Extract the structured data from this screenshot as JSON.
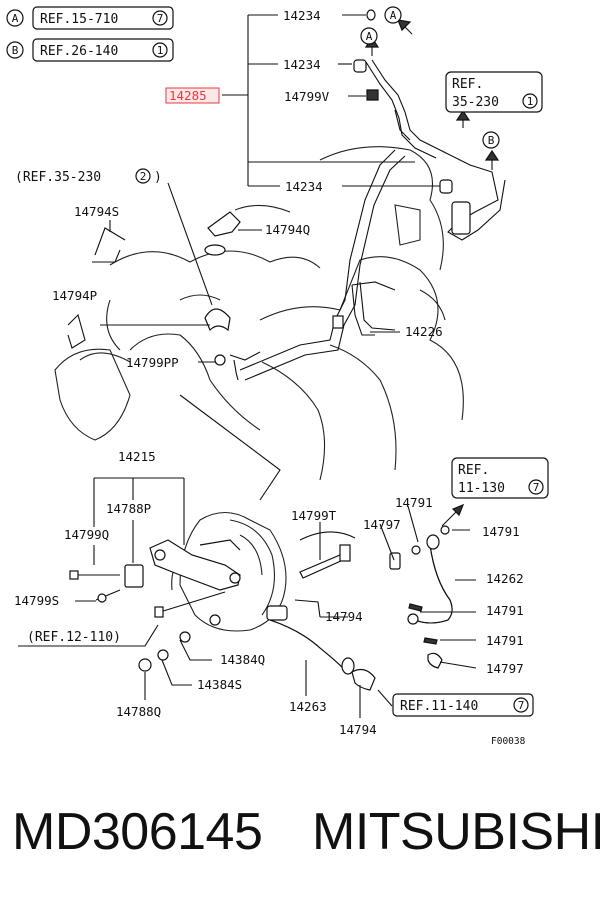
{
  "refs": {
    "top_a": {
      "circle": "A",
      "text": "REF.15-710",
      "num": "7"
    },
    "top_b": {
      "circle": "B",
      "text": "REF.26-140",
      "num": "1"
    },
    "r35_top": {
      "l1": "REF.",
      "l2": "35-230",
      "num": "1"
    },
    "r35_left": {
      "text": "(REF.35-230",
      "num": "2",
      "close": ")"
    },
    "r11_130": {
      "l1": "REF.",
      "l2": "11-130",
      "num": "7"
    },
    "r12": {
      "text": "(REF.12-110)"
    },
    "r11_140": {
      "text": "REF.11-140",
      "num": "7"
    }
  },
  "arrow_letters": {
    "a1": "A",
    "a2": "A",
    "b1": "B"
  },
  "labels": {
    "p14234a": "14234",
    "p14234b": "14234",
    "p14234c": "14234",
    "p14285": "14285",
    "p14799v": "14799V",
    "p14794s": "14794S",
    "p14794q": "14794Q",
    "p14794p": "14794P",
    "p14799pp": "14799PP",
    "p14226": "14226",
    "p14215": "14215",
    "p14788p": "14788P",
    "p14799q": "14799Q",
    "p14799s": "14799S",
    "p14799t": "14799T",
    "p14797a": "14797",
    "p14791a": "14791",
    "p14791b": "14791",
    "p14262": "14262",
    "p14791c": "14791",
    "p14791d": "14791",
    "p14797b": "14797",
    "p14794a": "14794",
    "p14384q": "14384Q",
    "p14384s": "14384S",
    "p14263": "14263",
    "p14794b": "14794",
    "p14788q": "14788Q"
  },
  "figure_code": "F00038",
  "footer": {
    "part_number": "MD306145",
    "brand": "MITSUBISHI"
  },
  "colors": {
    "highlight": "#e8383d",
    "ink": "#111111"
  }
}
